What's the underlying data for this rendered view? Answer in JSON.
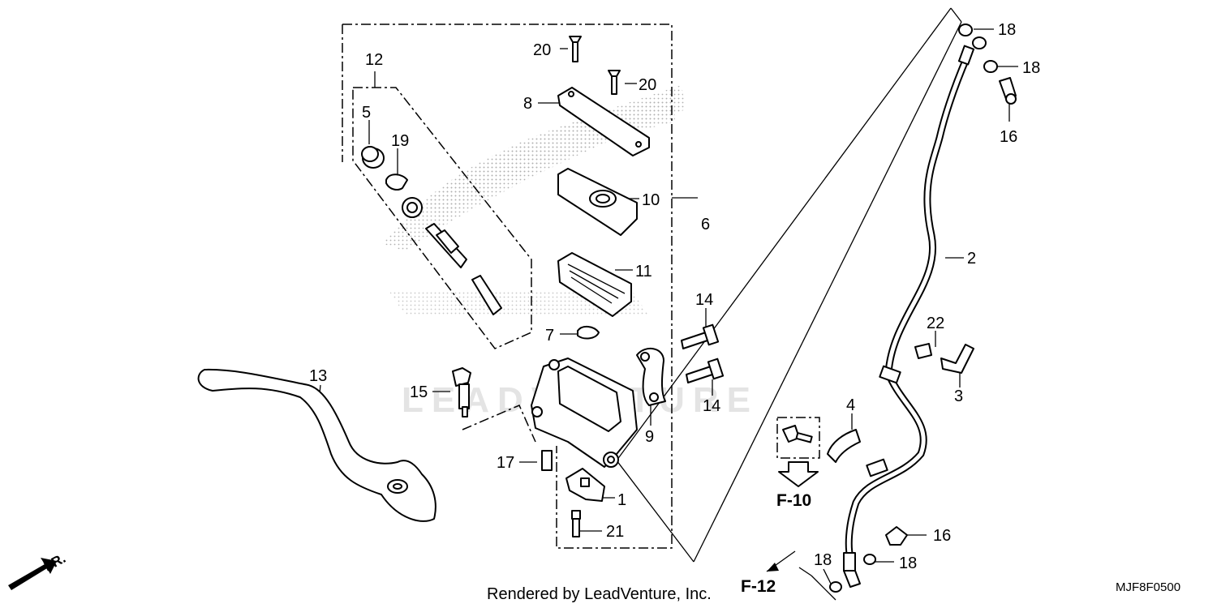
{
  "callouts": {
    "c1": "1",
    "c2": "2",
    "c3": "3",
    "c4": "4",
    "c5": "5",
    "c6": "6",
    "c7": "7",
    "c8": "8",
    "c9": "9",
    "c10": "10",
    "c11": "11",
    "c12": "12",
    "c13": "13",
    "c14a": "14",
    "c14b": "14",
    "c15": "15",
    "c16a": "16",
    "c16b": "16",
    "c17": "17",
    "c18a": "18",
    "c18b": "18",
    "c18c": "18",
    "c18d": "18",
    "c19": "19",
    "c20a": "20",
    "c20b": "20",
    "c21": "21",
    "c22": "22"
  },
  "refs": {
    "f10": "F-10",
    "f12": "F-12"
  },
  "direction": {
    "fr": "FR."
  },
  "watermark": "LEADVENTURE",
  "footer": {
    "credit": "Rendered by LeadVenture, Inc.",
    "code": "MJF8F0500"
  }
}
